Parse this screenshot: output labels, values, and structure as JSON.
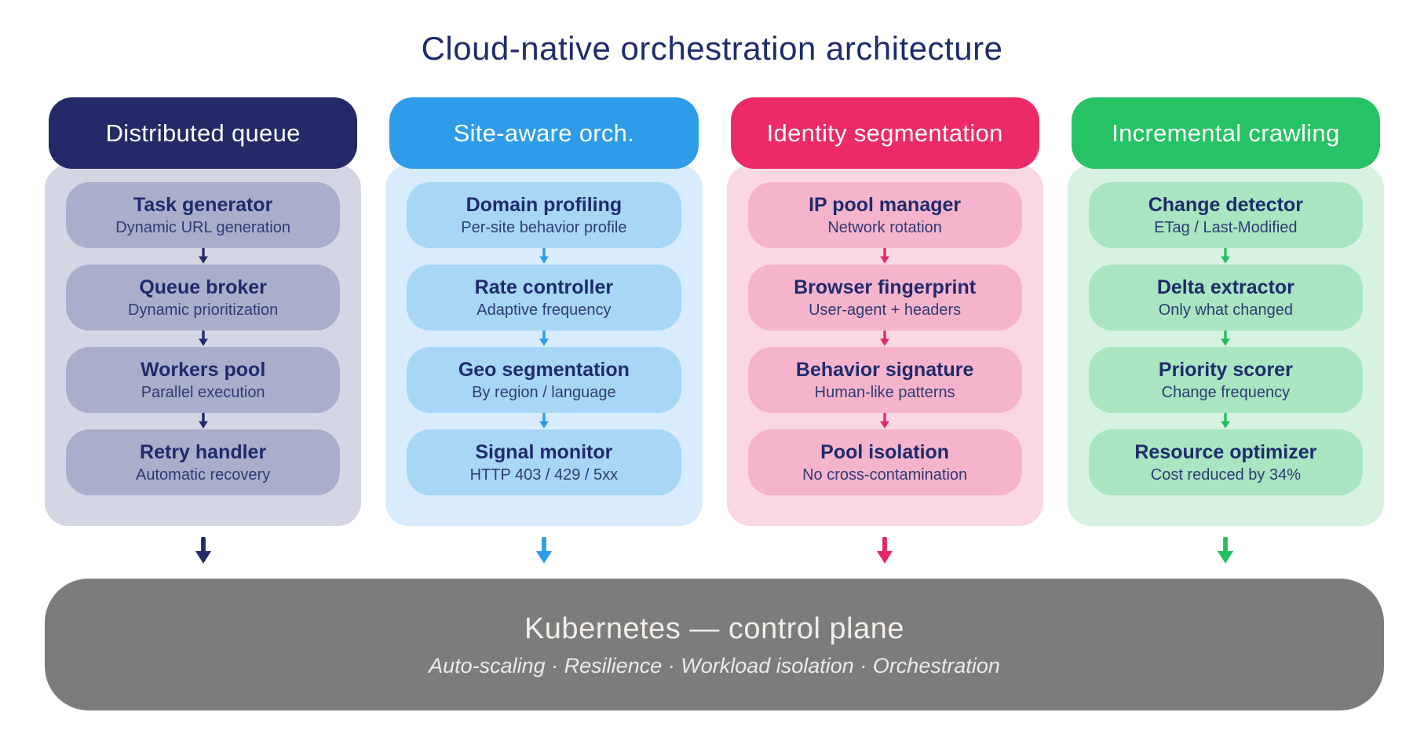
{
  "page": {
    "title": "Cloud-native orchestration architecture",
    "title_color": "#1f2b6c",
    "background": "#ffffff"
  },
  "columns": [
    {
      "id": "distributed-queue",
      "header": "Distributed queue",
      "colors": {
        "header_bg": "#232a67",
        "body_bg": "#d4d6e4",
        "box_bg": "#a9aecb",
        "arrow": "#232a67"
      },
      "nodes": [
        {
          "title": "Task generator",
          "subtitle": "Dynamic URL generation"
        },
        {
          "title": "Queue broker",
          "subtitle": "Dynamic prioritization"
        },
        {
          "title": "Workers pool",
          "subtitle": "Parallel execution"
        },
        {
          "title": "Retry handler",
          "subtitle": "Automatic recovery"
        }
      ]
    },
    {
      "id": "site-aware-orchestration",
      "header": "Site-aware orch.",
      "colors": {
        "header_bg": "#2e9ce8",
        "body_bg": "#d8ecfd",
        "box_bg": "#a8d7f6",
        "arrow": "#2e9ce8"
      },
      "nodes": [
        {
          "title": "Domain profiling",
          "subtitle": "Per-site behavior profile"
        },
        {
          "title": "Rate controller",
          "subtitle": "Adaptive frequency"
        },
        {
          "title": "Geo segmentation",
          "subtitle": "By region / language"
        },
        {
          "title": "Signal monitor",
          "subtitle": "HTTP 403 / 429 / 5xx"
        }
      ]
    },
    {
      "id": "identity-segmentation",
      "header": "Identity segmentation",
      "colors": {
        "header_bg": "#eb2a66",
        "body_bg": "#f9d8e4",
        "box_bg": "#f6b4cc",
        "arrow": "#e72565"
      },
      "nodes": [
        {
          "title": "IP pool manager",
          "subtitle": "Network rotation"
        },
        {
          "title": "Browser fingerprint",
          "subtitle": "User-agent + headers"
        },
        {
          "title": "Behavior signature",
          "subtitle": "Human-like patterns"
        },
        {
          "title": "Pool isolation",
          "subtitle": "No cross-contamination"
        }
      ]
    },
    {
      "id": "incremental-crawling",
      "header": "Incremental crawling",
      "colors": {
        "header_bg": "#25c363",
        "body_bg": "#d7f2e0",
        "box_bg": "#a8e5c0",
        "arrow": "#22bf60"
      },
      "nodes": [
        {
          "title": "Change detector",
          "subtitle": "ETag / Last-Modified"
        },
        {
          "title": "Delta extractor",
          "subtitle": "Only what changed"
        },
        {
          "title": "Priority scorer",
          "subtitle": "Change frequency"
        },
        {
          "title": "Resource optimizer",
          "subtitle": "Cost reduced by 34%"
        }
      ]
    }
  ],
  "footer": {
    "title": "Kubernetes — control plane",
    "subtitle": "Auto-scaling · Resilience · Workload isolation · Orchestration",
    "colors": {
      "footer_bg": "#7c7c7c",
      "footer_title": "#f3eee9",
      "footer_subtitle": "#eceae7"
    }
  }
}
